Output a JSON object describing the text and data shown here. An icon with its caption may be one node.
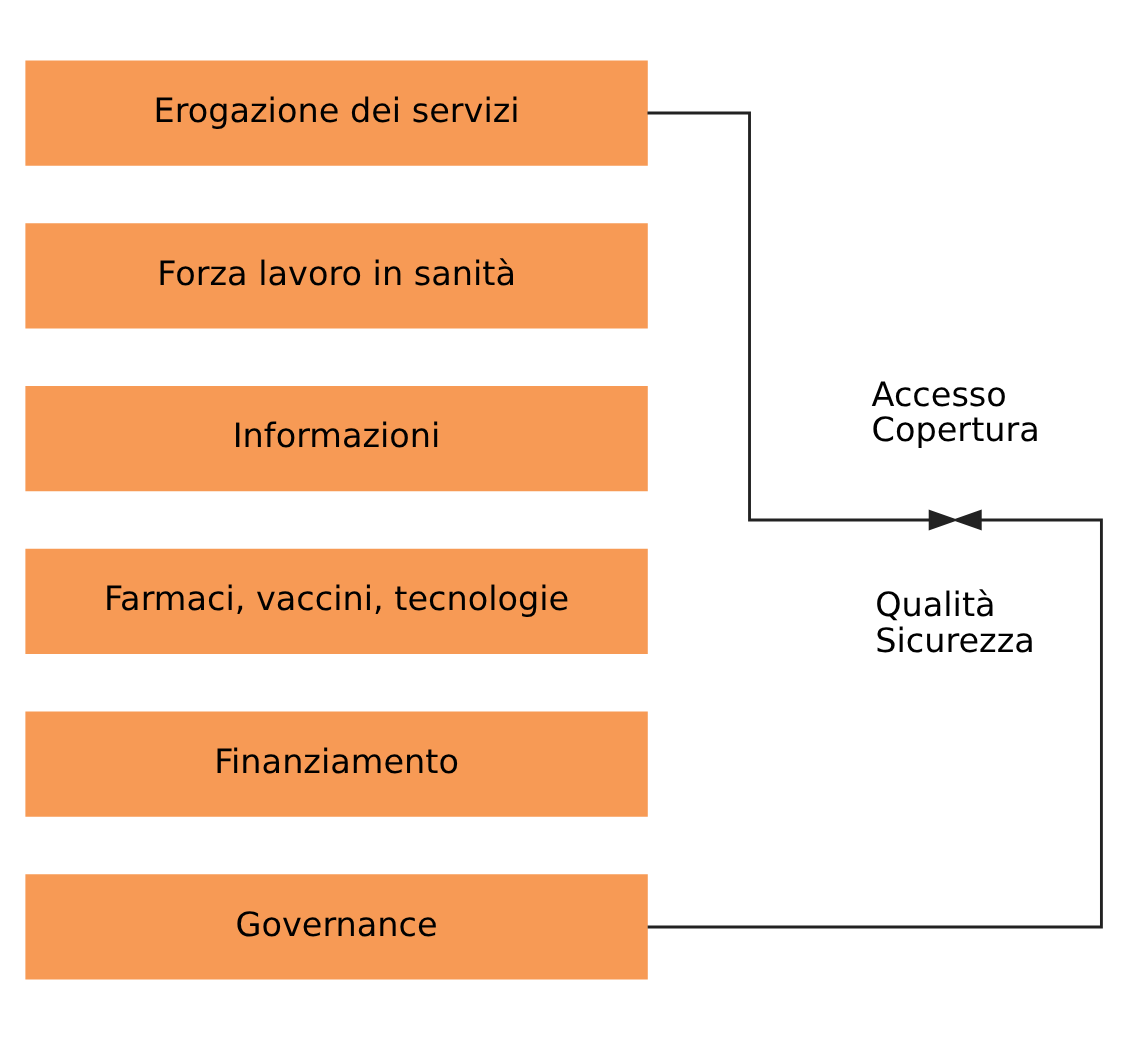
{
  "diagram": {
    "nodes": [
      {
        "text": [
          "Erogazione dei servizi"
        ]
      },
      {
        "text": [
          "Forza lavoro in sanità"
        ]
      },
      {
        "text": [
          "Informazioni"
        ]
      },
      {
        "text": [
          "Farmaci, vaccini, tecnologie"
        ]
      },
      {
        "text": [
          "Finanziamento"
        ]
      },
      {
        "text": [
          "Governance"
        ]
      }
    ],
    "edges": [
      {
        "from": 0,
        "to": null,
        "arrow": "to"
      },
      {
        "from": 5,
        "to": null,
        "arrow": "to"
      }
    ],
    "labels": [
      "Accesso Copertura",
      "Qualità Sicurezza"
    ]
  }
}
